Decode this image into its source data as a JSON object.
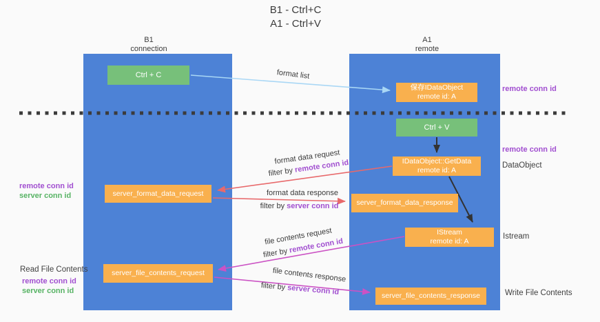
{
  "title": {
    "line1": "B1 - Ctrl+C",
    "line2": "A1 - Ctrl+V"
  },
  "lanes": {
    "left": {
      "title": "B1",
      "subtitle": "connection"
    },
    "right": {
      "title": "A1",
      "subtitle": "remote"
    }
  },
  "nodes": {
    "ctrl_c": {
      "label": "Ctrl + C"
    },
    "ctrl_v": {
      "label": "Ctrl + V"
    },
    "save_idataobject": {
      "line1": "保存IDataObject",
      "line2": "remote id: A"
    },
    "getdata": {
      "line1": "IDataObject::GetData",
      "line2": "remote id: A"
    },
    "istream": {
      "line1": "IStream",
      "line2": "remote id: A"
    },
    "format_request": {
      "label": "server_format_data_request"
    },
    "format_response": {
      "label": "server_format_data_response"
    },
    "file_request": {
      "label": "server_file_contents_request"
    },
    "file_response": {
      "label": "server_file_contents_response"
    }
  },
  "annotations": {
    "format_list": "format list",
    "remote_conn_id": "remote conn id",
    "server_conn_id": "server conn id",
    "filter_by": "filter by",
    "dataobject": "DataObject",
    "istream_side": "Istream",
    "read_file_contents": "Read File Contents",
    "write_file_contents": "Write File Contents",
    "format_data_request": "format data request",
    "format_data_response": "format data response",
    "file_contents_request": "file contents request",
    "file_contents_response": "file contents response"
  },
  "colors": {
    "background": "#fafafa",
    "lane_blue": "#4d82d6",
    "node_green": "#77c07a",
    "node_orange": "#f9b04e",
    "purple_text": "#a14fd0",
    "green_text": "#57b364",
    "arrow_red": "#e8696b",
    "arrow_magenta": "#cb52c4",
    "arrow_lightblue": "#a9d7f5",
    "arrow_black": "#333333",
    "dashed_divider": "#3b3b3b",
    "text_dark": "#3a3a3a"
  }
}
